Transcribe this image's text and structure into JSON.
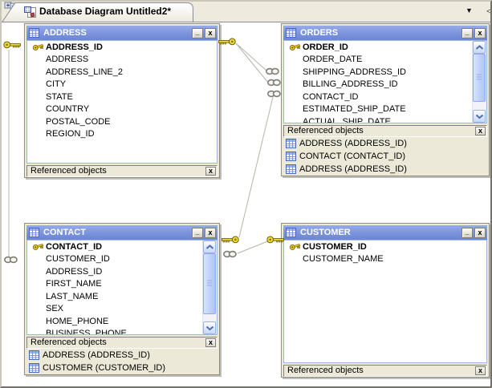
{
  "tab_bar": {
    "tab": {
      "title": "Database Diagram Untitled2*",
      "icon": "diagram-document-icon"
    },
    "menu_glyph": "▼",
    "scroll_glyph": "◁",
    "corner_icon": "view-stack-icon"
  },
  "labels": {
    "referenced_objects": "Referenced objects",
    "minimize_glyph": "_",
    "close_glyph": "x"
  },
  "entities": [
    {
      "name": "ADDRESS",
      "columns": [
        {
          "name": "ADDRESS_ID",
          "pk": true
        },
        {
          "name": "ADDRESS"
        },
        {
          "name": "ADDRESS_LINE_2"
        },
        {
          "name": "CITY"
        },
        {
          "name": "STATE"
        },
        {
          "name": "COUNTRY"
        },
        {
          "name": "POSTAL_CODE"
        },
        {
          "name": "REGION_ID"
        }
      ],
      "referenced_objects": []
    },
    {
      "name": "ORDERS",
      "columns": [
        {
          "name": "ORDER_ID",
          "pk": true
        },
        {
          "name": "ORDER_DATE"
        },
        {
          "name": "SHIPPING_ADDRESS_ID"
        },
        {
          "name": "BILLING_ADDRESS_ID"
        },
        {
          "name": "CONTACT_ID"
        },
        {
          "name": "ESTIMATED_SHIP_DATE"
        },
        {
          "name": "ACTUAL_SHIP_DATE"
        }
      ],
      "referenced_objects": [
        "ADDRESS (ADDRESS_ID)",
        "CONTACT (CONTACT_ID)",
        "ADDRESS (ADDRESS_ID)"
      ],
      "scrollbar": true
    },
    {
      "name": "CONTACT",
      "columns": [
        {
          "name": "CONTACT_ID",
          "pk": true
        },
        {
          "name": "CUSTOMER_ID"
        },
        {
          "name": "ADDRESS_ID"
        },
        {
          "name": "FIRST_NAME"
        },
        {
          "name": "LAST_NAME"
        },
        {
          "name": "SEX"
        },
        {
          "name": "HOME_PHONE"
        },
        {
          "name": "BUSINESS_PHONE"
        }
      ],
      "referenced_objects": [
        "ADDRESS (ADDRESS_ID)",
        "CUSTOMER (CUSTOMER_ID)"
      ],
      "scrollbar": true
    },
    {
      "name": "CUSTOMER",
      "columns": [
        {
          "name": "CUSTOMER_ID",
          "pk": true
        },
        {
          "name": "CUSTOMER_NAME"
        }
      ],
      "referenced_objects": []
    }
  ],
  "relationships": [
    {
      "from": "ADDRESS.ADDRESS_ID",
      "to": "ORDERS.SHIPPING_ADDRESS_ID"
    },
    {
      "from": "ADDRESS.ADDRESS_ID",
      "to": "ORDERS.BILLING_ADDRESS_ID"
    },
    {
      "from": "CONTACT.CONTACT_ID",
      "to": "ORDERS.CONTACT_ID"
    },
    {
      "from": "ADDRESS.ADDRESS_ID",
      "to": "CONTACT.ADDRESS_ID"
    },
    {
      "from": "CUSTOMER.CUSTOMER_ID",
      "to": "CONTACT.CUSTOMER_ID"
    }
  ],
  "colors": {
    "titlebar_blue": "#7b93da",
    "panel_bg": "#ece9d8",
    "canvas": "#ffffff",
    "key_gold": "#eed73e",
    "connector_line": "#b6b4ac",
    "scrollbar_blue": "#aac4f8",
    "body_border": "#a0b8d8"
  }
}
